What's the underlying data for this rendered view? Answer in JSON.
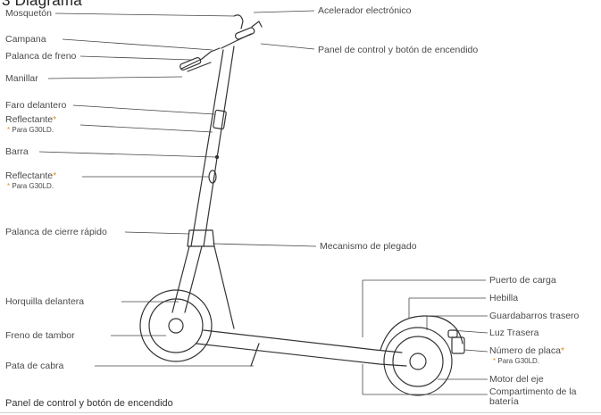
{
  "title": "3 Diagrama",
  "labels": {
    "mosqueton": "Mosquetón",
    "campana": "Campana",
    "palanca_freno": "Palanca de freno",
    "manillar": "Manillar",
    "faro_delantero": "Faro delantero",
    "reflectante_1": "Reflectante",
    "nota_1": "Para G30LD.",
    "barra": "Barra",
    "reflectante_2": "Reflectante",
    "nota_2": "Para G30LD.",
    "palanca_cierre": "Palanca de cierre rápido",
    "horquilla": "Horquilla delantera",
    "freno_tambor": "Freno de tambor",
    "pata_cabra": "Pata de cabra",
    "acelerador": "Acelerador electrónico",
    "panel_control": "Panel de control y botón de encendido",
    "mecanismo_plegado": "Mecanismo de plegado",
    "puerto_carga": "Puerto de carga",
    "hebilla": "Hebilla",
    "guardabarros": "Guardabarros trasero",
    "luz_trasera": "Luz Trasera",
    "numero_placa": "Número de placa",
    "nota_3": "Para G30LD.",
    "motor_eje": "Motor del eje",
    "compartimento_bateria": "Compartimento de la batería"
  },
  "star": "*",
  "footer": "Panel de control y botón de encendido",
  "colors": {
    "accent": "#e0901c",
    "line": "#333333"
  }
}
